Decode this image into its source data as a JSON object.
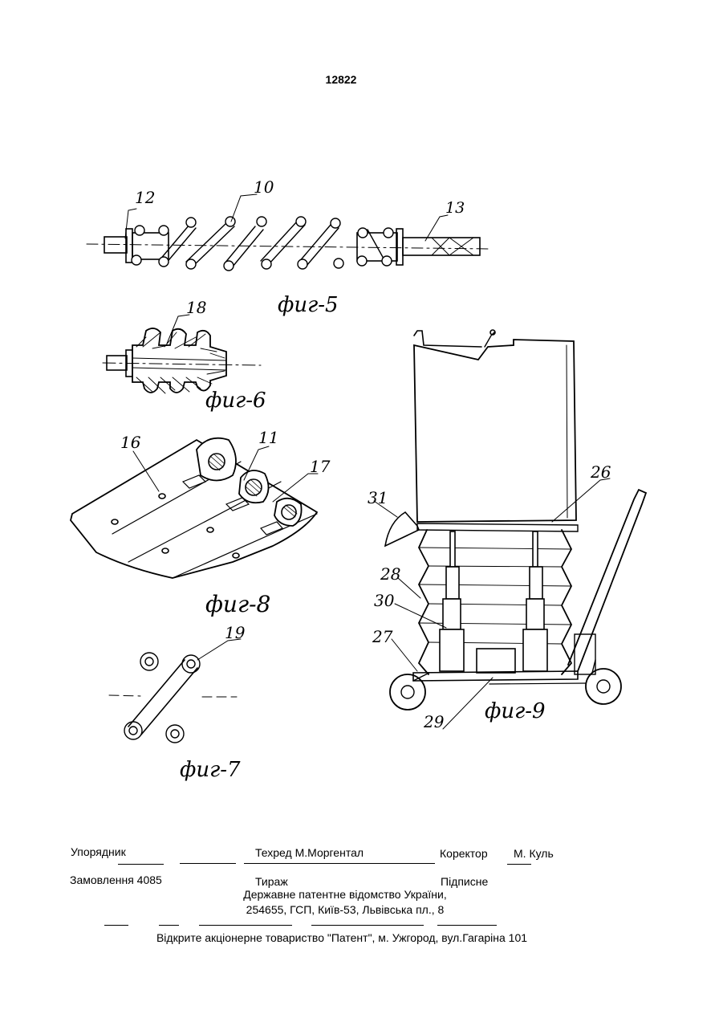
{
  "header": {
    "patent_number": "12822"
  },
  "figures": {
    "fig5": {
      "caption": "фиг-5",
      "labels": [
        "12",
        "10",
        "13"
      ]
    },
    "fig6": {
      "caption": "фиг-6",
      "labels": [
        "18"
      ]
    },
    "fig8": {
      "caption": "фиг-8",
      "labels": [
        "16",
        "11",
        "17"
      ]
    },
    "fig7": {
      "caption": "фиг-7",
      "labels": [
        "19"
      ]
    },
    "fig9": {
      "caption": "фиг-9",
      "labels": [
        "26",
        "31",
        "28",
        "30",
        "27",
        "29"
      ]
    }
  },
  "footer": {
    "compiler": "Упорядник",
    "techred": "Техред М.Моргентал",
    "corrector": "Коректор",
    "corrector_name": "М. Куль",
    "order": "Замовлення 4085",
    "circulation": "Тираж",
    "subscription": "Підписне",
    "office_line1": "Державне патентне відомство України,",
    "office_line2": "254655, ГСП, Київ-53, Львівська пл., 8",
    "printer": "Відкрите акціонерне товариство \"Патент\", м. Ужгород, вул.Гагаріна  101"
  }
}
